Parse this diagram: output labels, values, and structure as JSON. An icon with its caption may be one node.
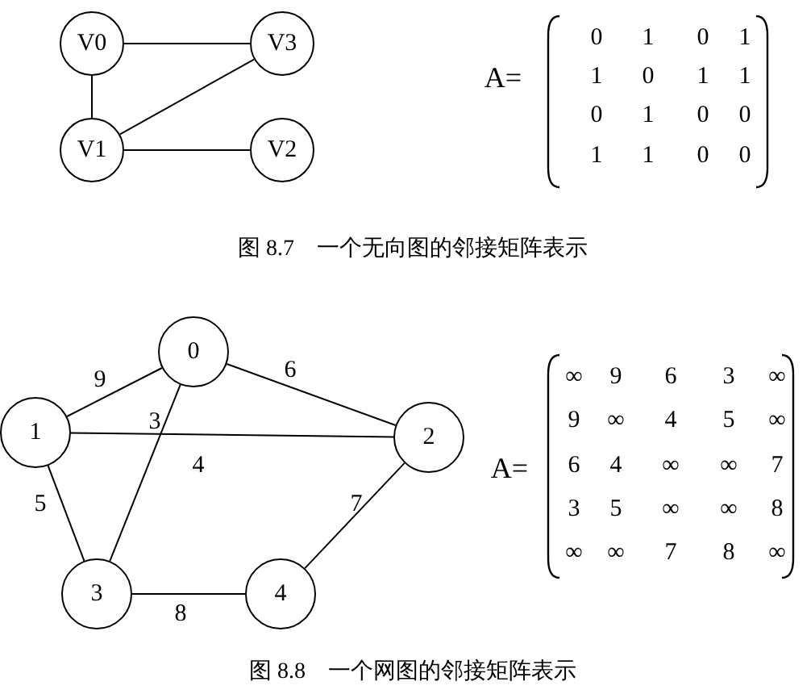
{
  "diagram": {
    "nodes": [
      {
        "text": [
          "V0"
        ]
      },
      {
        "text": [
          "V3"
        ]
      },
      {
        "text": [
          "V1"
        ]
      },
      {
        "text": [
          "V2"
        ]
      },
      {
        "text": [
          "0"
        ]
      },
      {
        "text": [
          "1"
        ]
      },
      {
        "text": [
          "2"
        ]
      },
      {
        "text": [
          "3"
        ]
      },
      {
        "text": [
          "4"
        ]
      }
    ],
    "edges": [
      {
        "from": 0,
        "to": 1,
        "arrow": "none"
      },
      {
        "from": 0,
        "to": 2,
        "arrow": "none"
      },
      {
        "from": 2,
        "to": 1,
        "arrow": "none"
      },
      {
        "from": 2,
        "to": 3,
        "arrow": "none"
      },
      {
        "from": 4,
        "to": 5,
        "arrow": "none",
        "label": "9"
      },
      {
        "from": 4,
        "to": 6,
        "arrow": "none",
        "label": "6"
      },
      {
        "from": 4,
        "to": 7,
        "arrow": "none",
        "label": "3"
      },
      {
        "from": 5,
        "to": 6,
        "arrow": "none",
        "label": "4"
      },
      {
        "from": 5,
        "to": 7,
        "arrow": "none",
        "label": "5"
      },
      {
        "from": 6,
        "to": 8,
        "arrow": "none",
        "label": "7"
      },
      {
        "from": 7,
        "to": 8,
        "arrow": "none",
        "label": "8"
      }
    ],
    "labels": [
      "A=",
      "0",
      "1",
      "0",
      "1",
      "1",
      "0",
      "1",
      "1",
      "0",
      "1",
      "0",
      "0",
      "1",
      "1",
      "0",
      "0",
      "图 8.7　一个无向图的邻接矩阵表示",
      "A=",
      "∞",
      "9",
      "6",
      "3",
      "∞",
      "9",
      "∞",
      "4",
      "5",
      "∞",
      "6",
      "4",
      "∞",
      "∞",
      "7",
      "3",
      "5",
      "∞",
      "∞",
      "8",
      "∞",
      "∞",
      "7",
      "8",
      "∞",
      "图 8.8　一个网图的邻接矩阵表示"
    ]
  }
}
